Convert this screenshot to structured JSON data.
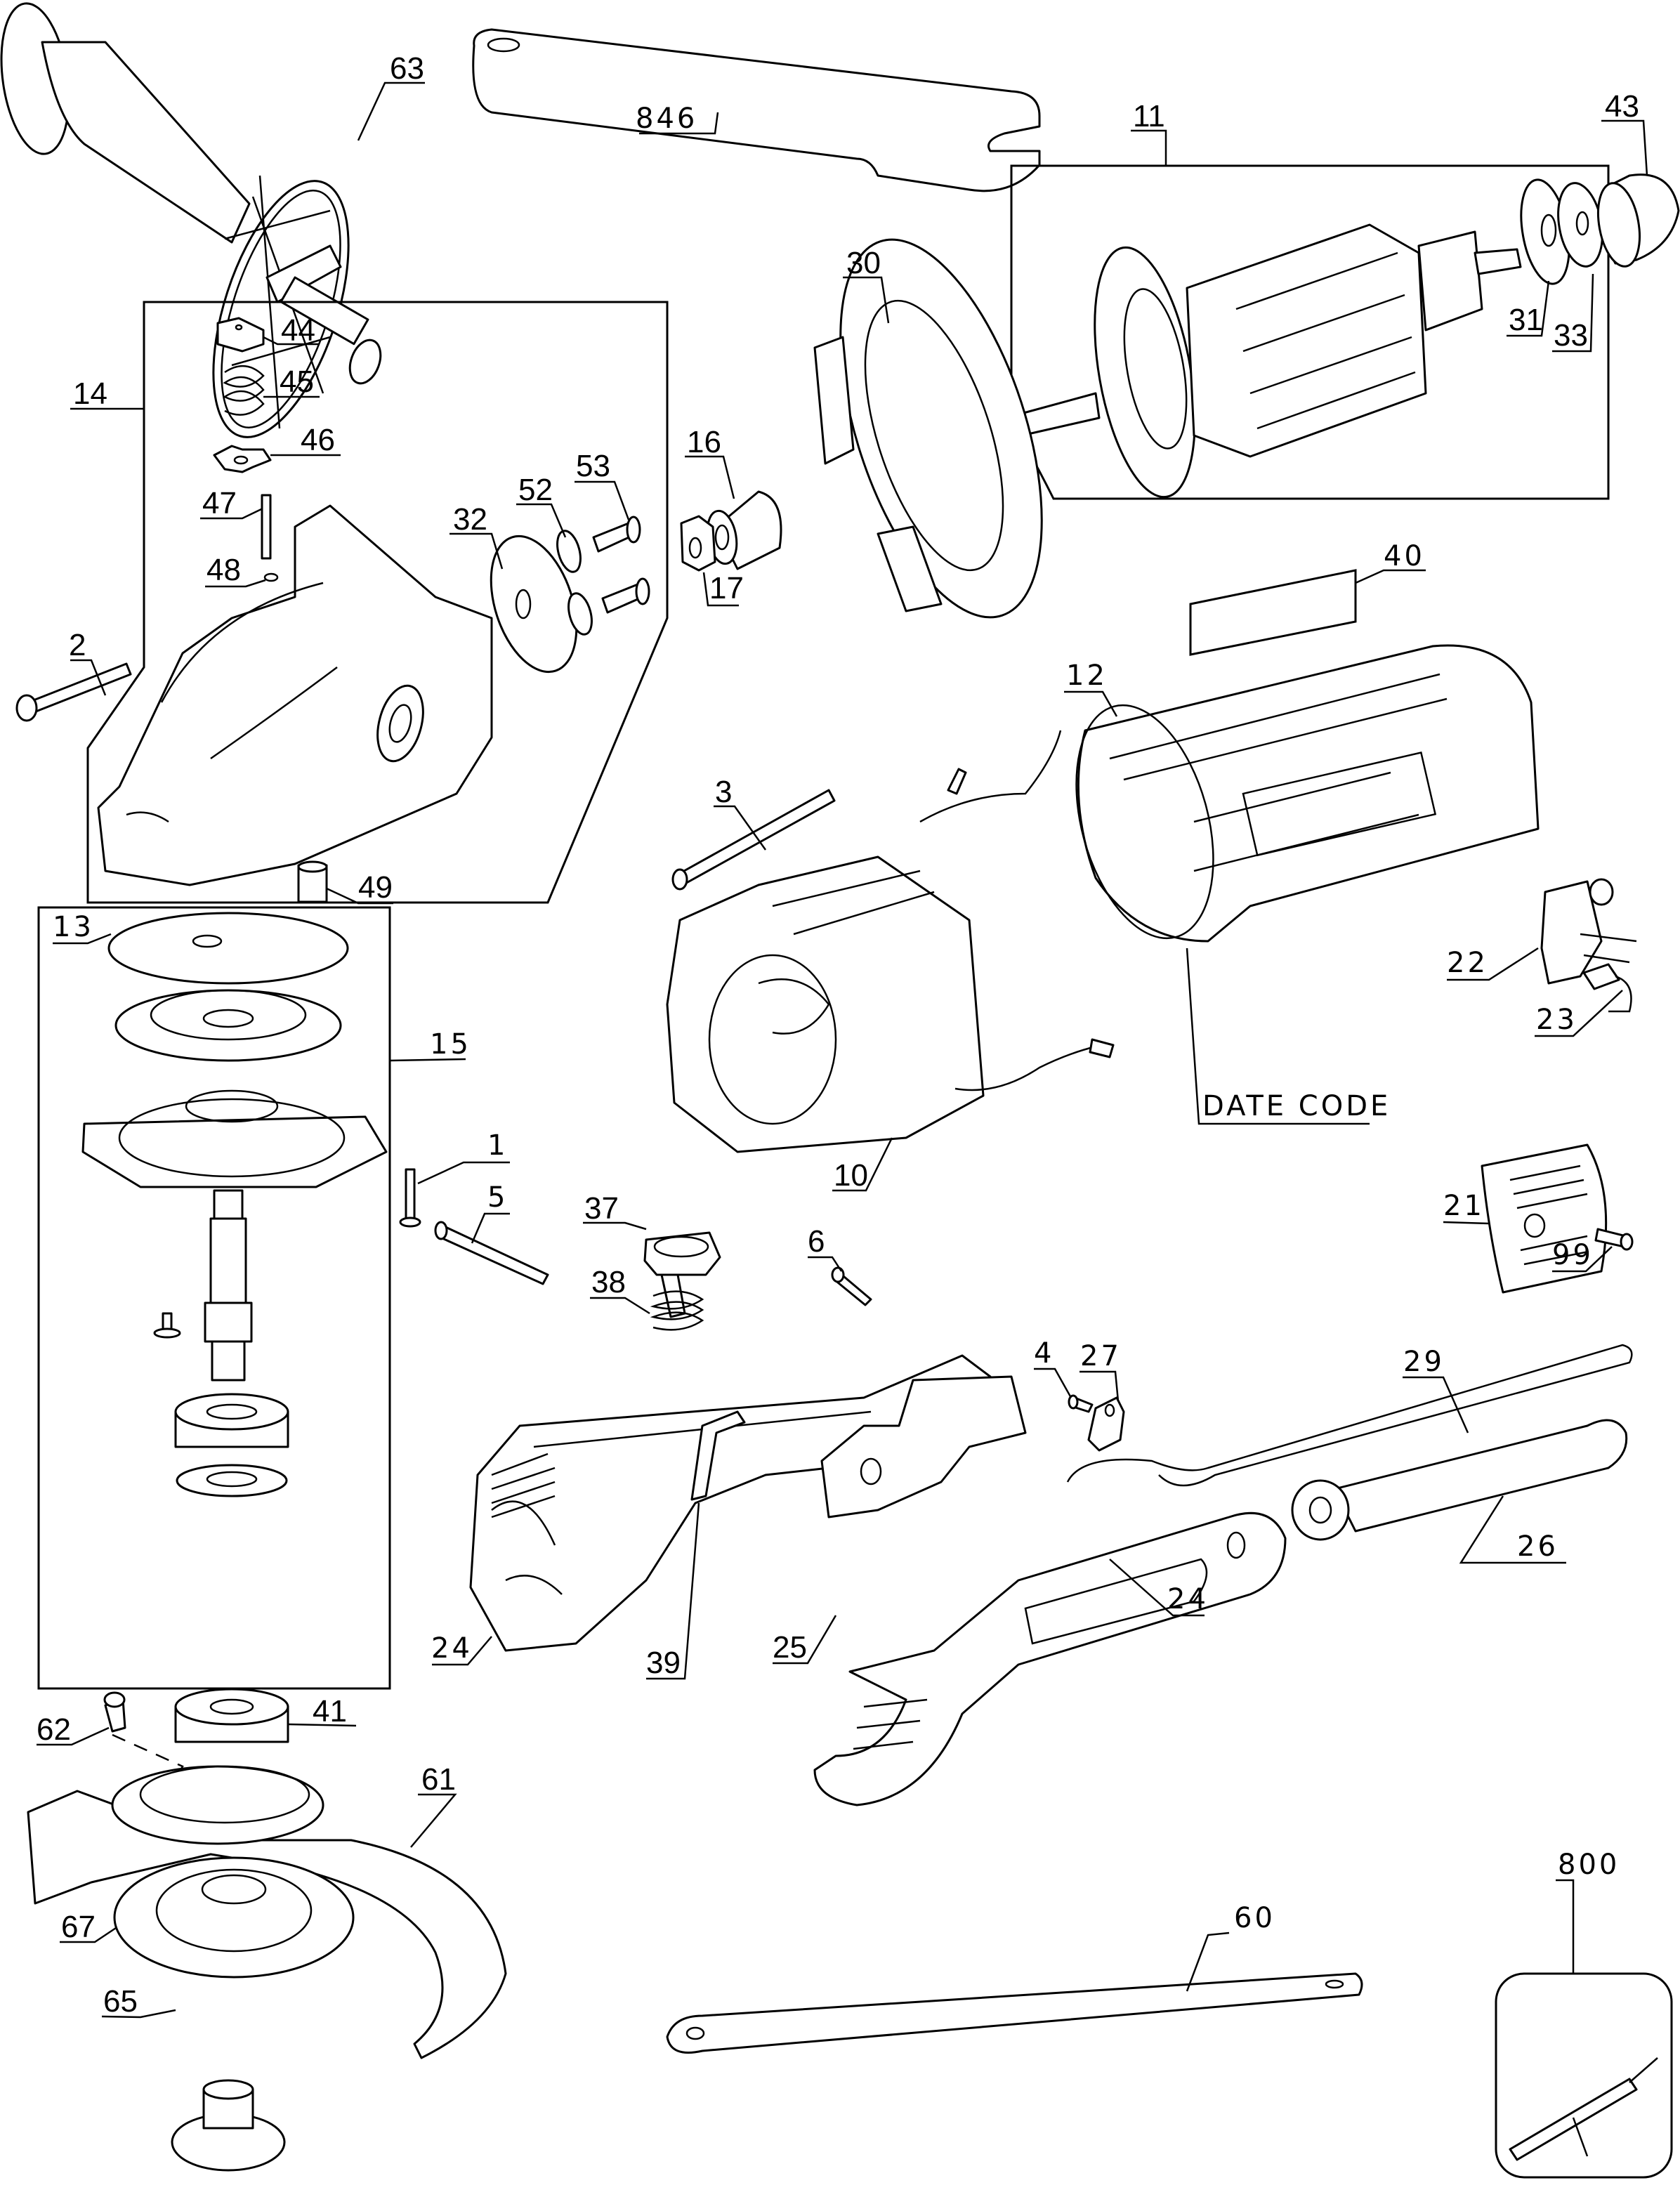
{
  "diagram": {
    "type": "exploded-parts-diagram",
    "subject": "angle grinder",
    "line_color": "#000000",
    "background": "#ffffff",
    "callouts": [
      {
        "id": "63",
        "label": "63",
        "part": "side-handle"
      },
      {
        "id": "846",
        "label": "846",
        "part": "spanner-wrench"
      },
      {
        "id": "11",
        "label": "11",
        "part": "armature-assembly"
      },
      {
        "id": "43",
        "label": "43",
        "part": "bearing-sleeve"
      },
      {
        "id": "30",
        "label": "30",
        "part": "baffle"
      },
      {
        "id": "31",
        "label": "31",
        "part": "ball-bearing"
      },
      {
        "id": "33",
        "label": "33",
        "part": "bearing-washer"
      },
      {
        "id": "14",
        "label": "14",
        "part": "gear-case-assembly"
      },
      {
        "id": "44",
        "label": "44",
        "part": "spindle-lock-button"
      },
      {
        "id": "45",
        "label": "45",
        "part": "spring"
      },
      {
        "id": "46",
        "label": "46",
        "part": "retainer-plate"
      },
      {
        "id": "47",
        "label": "47",
        "part": "spindle-lock-pin"
      },
      {
        "id": "48",
        "label": "48",
        "part": "o-ring"
      },
      {
        "id": "32",
        "label": "32",
        "part": "bearing"
      },
      {
        "id": "52",
        "label": "52",
        "part": "washer"
      },
      {
        "id": "53",
        "label": "53",
        "part": "screw"
      },
      {
        "id": "16",
        "label": "16",
        "part": "cord-protector"
      },
      {
        "id": "17",
        "label": "17",
        "part": "nut"
      },
      {
        "id": "2",
        "label": "2",
        "part": "screw"
      },
      {
        "id": "49",
        "label": "49",
        "part": "bushing"
      },
      {
        "id": "40",
        "label": "40",
        "part": "nameplate"
      },
      {
        "id": "12",
        "label": "12",
        "part": "motor-housing"
      },
      {
        "id": "3",
        "label": "3",
        "part": "screw"
      },
      {
        "id": "10",
        "label": "10",
        "part": "field"
      },
      {
        "id": "date-code",
        "label": "DATE CODE",
        "part": "date-code-location"
      },
      {
        "id": "22",
        "label": "22",
        "part": "brush-holder"
      },
      {
        "id": "23",
        "label": "23",
        "part": "brush"
      },
      {
        "id": "21",
        "label": "21",
        "part": "end-cap"
      },
      {
        "id": "99",
        "label": "99",
        "part": "screw"
      },
      {
        "id": "13",
        "label": "13",
        "part": "retaining-ring"
      },
      {
        "id": "15",
        "label": "15",
        "part": "spindle-assembly"
      },
      {
        "id": "1",
        "label": "1",
        "part": "screw"
      },
      {
        "id": "5",
        "label": "5",
        "part": "screw"
      },
      {
        "id": "37",
        "label": "37",
        "part": "switch-lock-button"
      },
      {
        "id": "38",
        "label": "38",
        "part": "spring"
      },
      {
        "id": "6",
        "label": "6",
        "part": "screw"
      },
      {
        "id": "4",
        "label": "4",
        "part": "screw"
      },
      {
        "id": "27",
        "label": "27",
        "part": "cord-clamp"
      },
      {
        "id": "29",
        "label": "29",
        "part": "power-cord"
      },
      {
        "id": "26",
        "label": "26",
        "part": "cord-boot"
      },
      {
        "id": "24a",
        "label": "24",
        "part": "handle-half"
      },
      {
        "id": "39",
        "label": "39",
        "part": "switch-lever"
      },
      {
        "id": "25",
        "label": "25",
        "part": "switch"
      },
      {
        "id": "24b",
        "label": "24",
        "part": "handle-half"
      },
      {
        "id": "41",
        "label": "41",
        "part": "bearing"
      },
      {
        "id": "62",
        "label": "62",
        "part": "guard-screw"
      },
      {
        "id": "61",
        "label": "61",
        "part": "wheel-guard"
      },
      {
        "id": "67",
        "label": "67",
        "part": "backing-flange"
      },
      {
        "id": "65",
        "label": "65",
        "part": "clamp-nut"
      },
      {
        "id": "60",
        "label": "60",
        "part": "spanner-wrench"
      },
      {
        "id": "800",
        "label": "800",
        "part": "accessory-tool"
      }
    ]
  }
}
